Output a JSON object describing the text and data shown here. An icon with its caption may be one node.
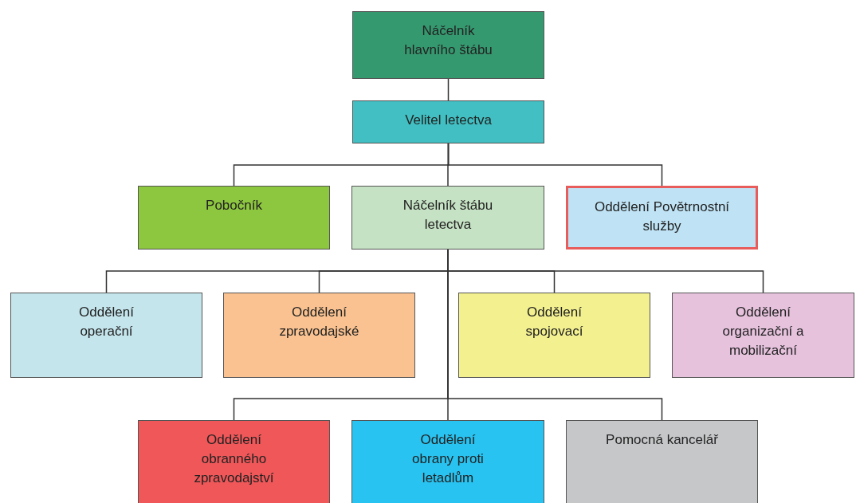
{
  "diagram": {
    "nodes": [
      {
        "text": [
          "Náčelník hlavního štábu"
        ]
      },
      {
        "text": [
          "Velitel letectva"
        ]
      },
      {
        "text": [
          "Pobočník"
        ]
      },
      {
        "text": [
          "Náčelník štábu letectva"
        ]
      },
      {
        "text": [
          "Oddělení Povětrnostní služby"
        ]
      },
      {
        "text": [
          "Oddělení operační"
        ]
      },
      {
        "text": [
          "Oddělení zpravodajské"
        ]
      },
      {
        "text": [
          "Oddělení spojovací"
        ]
      },
      {
        "text": [
          "Oddělení organizační a mobilizační"
        ]
      },
      {
        "text": [
          "Oddělení obranného zpravodajství"
        ]
      },
      {
        "text": [
          "Oddělení obrany proti letadlům"
        ]
      },
      {
        "text": [
          "Pomocná kancelář"
        ]
      }
    ],
    "edges": [
      {
        "from": 0,
        "to": 1,
        "arrow": "none"
      },
      {
        "from": 1,
        "to": 2,
        "arrow": "none"
      },
      {
        "from": 1,
        "to": 3,
        "arrow": "none"
      },
      {
        "from": 1,
        "to": 4,
        "arrow": "none"
      },
      {
        "from": 3,
        "to": 5,
        "arrow": "none"
      },
      {
        "from": 3,
        "to": 6,
        "arrow": "none"
      },
      {
        "from": 3,
        "to": 7,
        "arrow": "none"
      },
      {
        "from": 3,
        "to": 8,
        "arrow": "none"
      },
      {
        "from": 3,
        "to": 9,
        "arrow": "none"
      },
      {
        "from": 3,
        "to": 10,
        "arrow": "none"
      },
      {
        "from": 3,
        "to": 11,
        "arrow": "none"
      }
    ]
  }
}
